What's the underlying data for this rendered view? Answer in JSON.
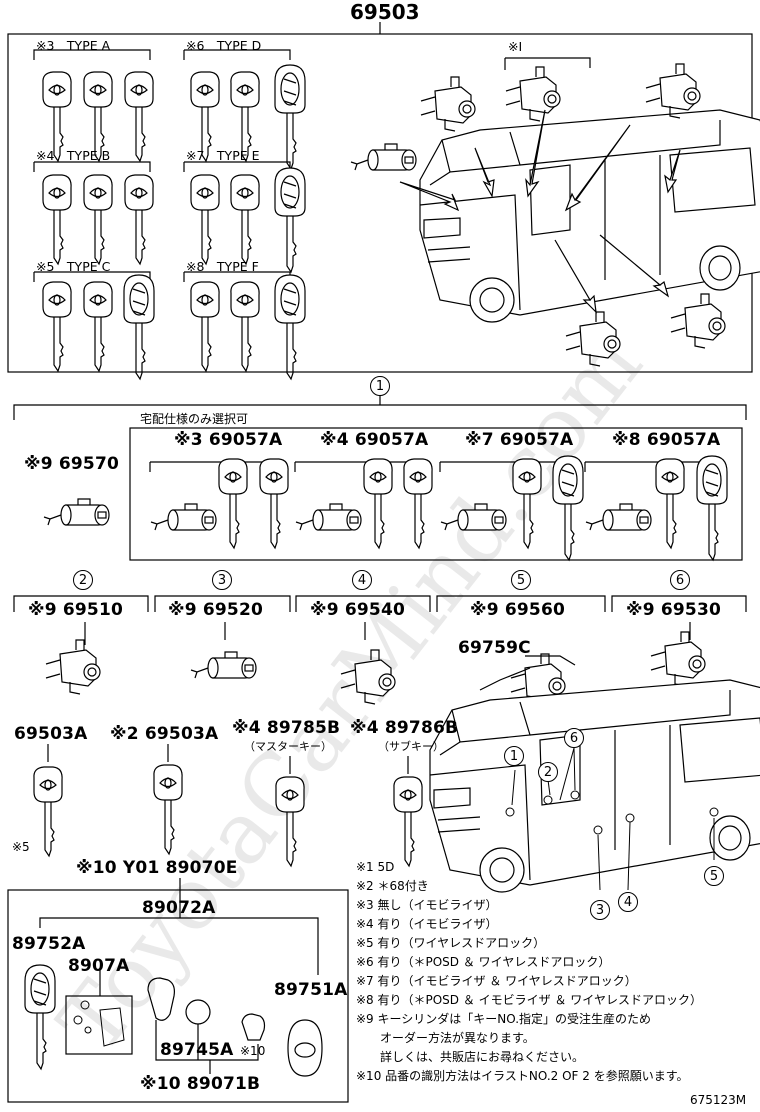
{
  "top_part": "69503",
  "key_types": [
    "※3　TYPE A",
    "※6　TYPE D",
    "※4　TYPE B",
    "※7　TYPE E",
    "※5　TYPE C",
    "※8　TYPE F"
  ],
  "top_i_label": "※I",
  "circle_labels": [
    "1",
    "2",
    "3",
    "4",
    "5",
    "6"
  ],
  "kit_heading": "宅配仕様のみ選択可",
  "kit_parts": [
    "※3 69057A",
    "※4 69057A",
    "※7 69057A",
    "※8 69057A"
  ],
  "p69570": "※9 69570",
  "cyl_parts": [
    "※9 69510",
    "※9 69520",
    "※9 69540",
    "※9 69560",
    "※9 69530"
  ],
  "p69759c": "69759C",
  "blank_keys": [
    {
      "part": "69503A",
      "sub": ""
    },
    {
      "part": "※2 69503A",
      "sub": ""
    },
    {
      "part": "※4 89785B",
      "sub": "（マスターキー）"
    },
    {
      "part": "※4 89786B",
      "sub": "（サブキー）"
    }
  ],
  "remote": {
    "x5": "※5",
    "title": "※10 Y01 89070E",
    "p89072a": "89072A",
    "p89752a": "89752A",
    "p8907a": "8907A",
    "p89751a": "89751A",
    "p89745a": "89745A",
    "x10": "※10",
    "p89071b": "※10 89071B"
  },
  "notes": [
    "※1 5D",
    "※2 ＊68付き",
    "※3 無し（イモビライザ）",
    "※4 有り（イモビライザ）",
    "※5 有り（ワイヤレスドアロック）",
    "※6 有り（＊POSD ＆ ワイヤレスドアロック）",
    "※7 有り（イモビライザ ＆ ワイヤレスドアロック）",
    "※8 有り（＊POSD ＆ イモビライザ ＆ ワイヤレスドアロック）",
    "※9 キーシリンダは「キーNO.指定」の受注生産のため",
    "　　オーダー方法が異なります。",
    "　　詳しくは、共販店にお尋ねください。",
    "※10 品番の識別方法はイラストNO.2 OF 2 を参照願います。"
  ],
  "footer": "675123M",
  "watermark": "ToyotaCarMind.com"
}
